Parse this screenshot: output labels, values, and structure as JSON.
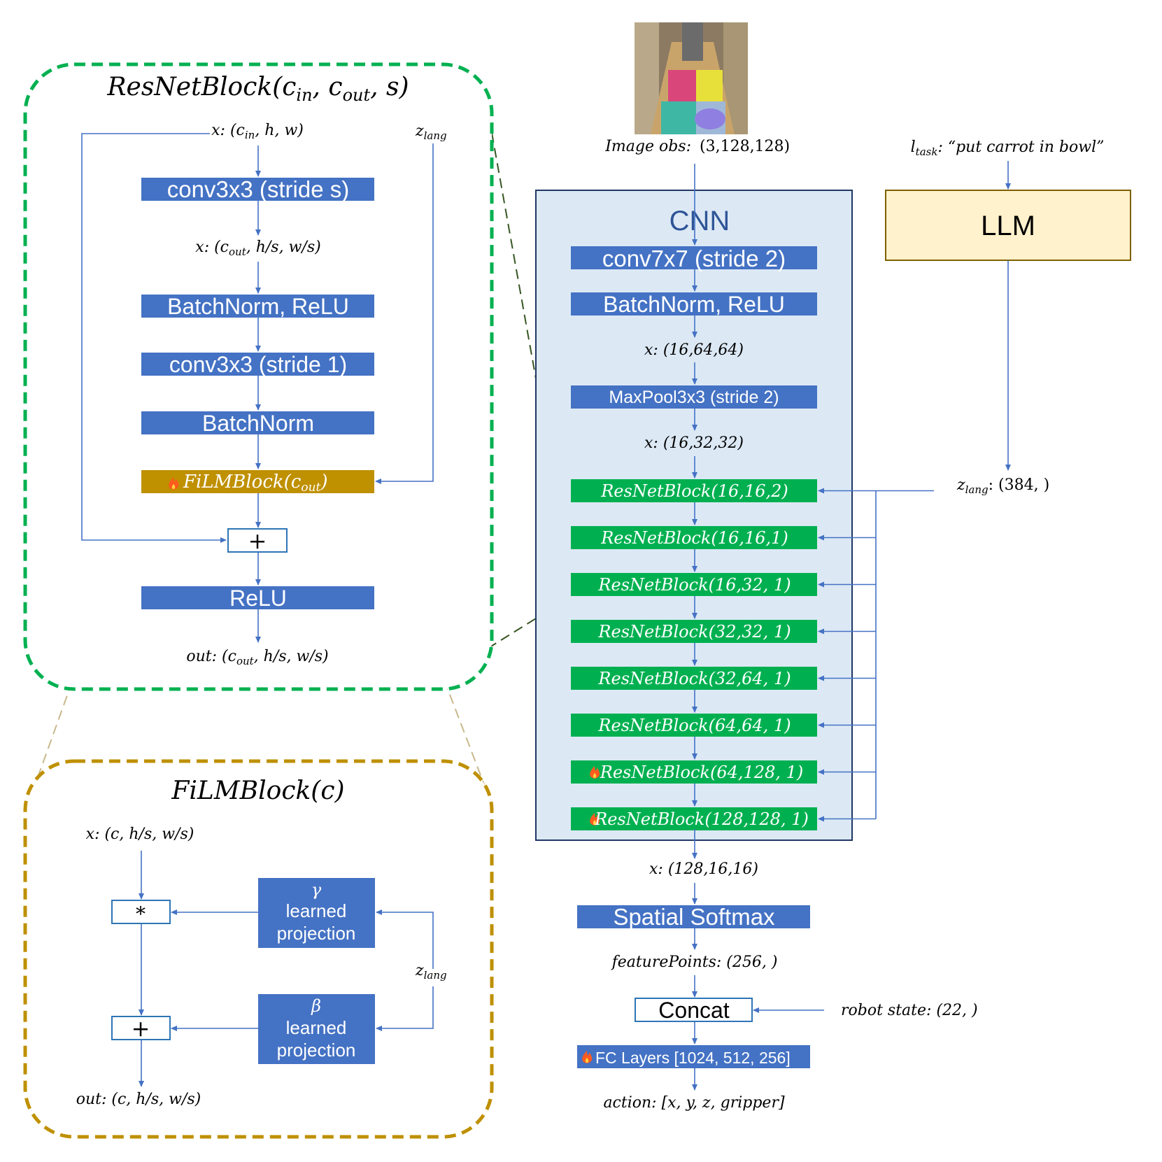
{
  "resnet_panel": {
    "title_main": "ResNetBlock(c",
    "title_sub_in": "in",
    "title_sep": ", c",
    "title_sub_out": "out",
    "title_end": ", s)",
    "input_label": "x:  (c",
    "input_sub": "in",
    "input_end": ", h, w)",
    "zlang": "z",
    "zlang_sub": "lang",
    "conv1": "conv3x3 (stride s)",
    "mid_label": "x:  (c",
    "mid_sub": "out",
    "mid_end": ", h/s, w/s)",
    "bn_relu": "BatchNorm, ReLU",
    "conv2": "conv3x3 (stride 1)",
    "bn": "BatchNorm",
    "film": "FiLMBlock(c",
    "film_sub": "out",
    "film_end": ")",
    "plus": "+",
    "relu": "ReLU",
    "out_label": "out:  (c",
    "out_sub": "out",
    "out_end": ", h/s, w/s)"
  },
  "film_panel": {
    "title": "FiLMBlock(c)",
    "input_label": "x: (c, h/s, w/s)",
    "mult": "*",
    "plus": "+",
    "gamma_symbol": "γ",
    "gamma_line1": "learned",
    "gamma_line2": "projection",
    "beta_symbol": "β",
    "beta_line1": "learned",
    "beta_line2": "projection",
    "zlang": "z",
    "zlang_sub": "lang",
    "out_label": "out:  (c, h/s, w/s)"
  },
  "main": {
    "image_obs_label": "Image obs:",
    "image_obs_shape": "(3,128,128)",
    "cnn_title": "CNN",
    "conv7": "conv7x7 (stride 2)",
    "bn_relu": "BatchNorm, ReLU",
    "x1": "x:  (16,64,64)",
    "maxpool": "MaxPool3x3 (stride 2)",
    "x2": "x:  (16,32,32)",
    "resblocks": [
      {
        "label": "ResNetBlock(16,16,2)",
        "fire": false
      },
      {
        "label": "ResNetBlock(16,16,1)",
        "fire": false
      },
      {
        "label": "ResNetBlock(16,32, 1)",
        "fire": false
      },
      {
        "label": "ResNetBlock(32,32, 1)",
        "fire": false
      },
      {
        "label": "ResNetBlock(32,64, 1)",
        "fire": false
      },
      {
        "label": "ResNetBlock(64,64, 1)",
        "fire": false
      },
      {
        "label": "ResNetBlock(64,128, 1)",
        "fire": true
      },
      {
        "label": "ResNetBlock(128,128, 1)",
        "fire": true
      }
    ],
    "x3": "x:  (128,16,16)",
    "spatial_softmax": "Spatial Softmax",
    "feature_points": "featurePoints: (256, )",
    "concat": "Concat",
    "robot_state": "robot state: (22, )",
    "fc_layers": "FC Layers [1024, 512, 256]",
    "action": "action: [x, y, z, gripper]"
  },
  "llm": {
    "task_label": "l",
    "task_sub": "task",
    "task_text": ": “put carrot in bowl”",
    "llm_label": "LLM",
    "zlang": "z",
    "zlang_sub": "lang",
    "zlang_shape": ":  (384, )"
  },
  "colors": {
    "blue_block": "#4472c4",
    "green_block": "#00b050",
    "film_block": "#bf9000",
    "green_dash": "#00b050",
    "gold_dash": "#bf9000",
    "cnn_bg": "#dce9f5",
    "llm_bg": "#fff2cc",
    "arrow": "#4472c4"
  }
}
